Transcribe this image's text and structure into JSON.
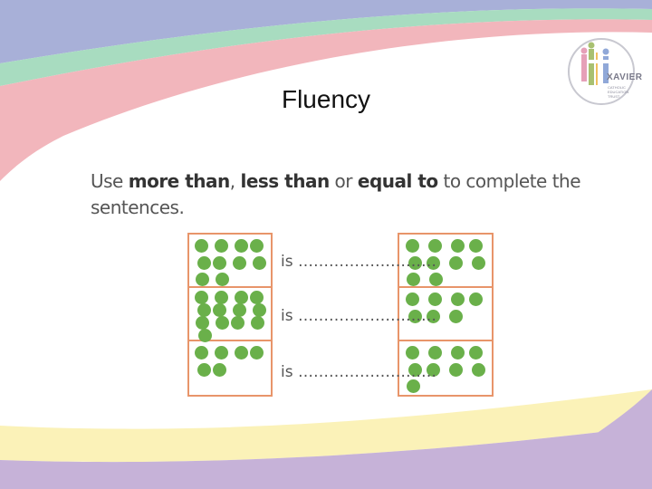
{
  "title": "Fluency",
  "instruction": {
    "part1": "Use ",
    "bold1": "more than",
    "part2": ", ",
    "bold2": "less than",
    "part3": " or ",
    "bold3": "equal to",
    "part4": " to complete the sentences."
  },
  "statements": [
    "is ………………………",
    "is ………………………",
    "is ………………………"
  ],
  "left_counts": [
    10,
    13,
    6
  ],
  "right_counts": [
    10,
    7,
    9
  ],
  "logo": {
    "name": "XAVIER",
    "sub_lines": [
      "CATHOLIC",
      "EDUCATION",
      "TRUST"
    ]
  },
  "colors": {
    "dot": "#6ab04a",
    "grid_border": "#e8956a",
    "band_blue": "#a8b0d8",
    "band_green": "#a8dcc0",
    "band_pink": "#f2b6bc",
    "band_yellow": "#fbf2b8",
    "band_purple": "#c6b2d8"
  }
}
